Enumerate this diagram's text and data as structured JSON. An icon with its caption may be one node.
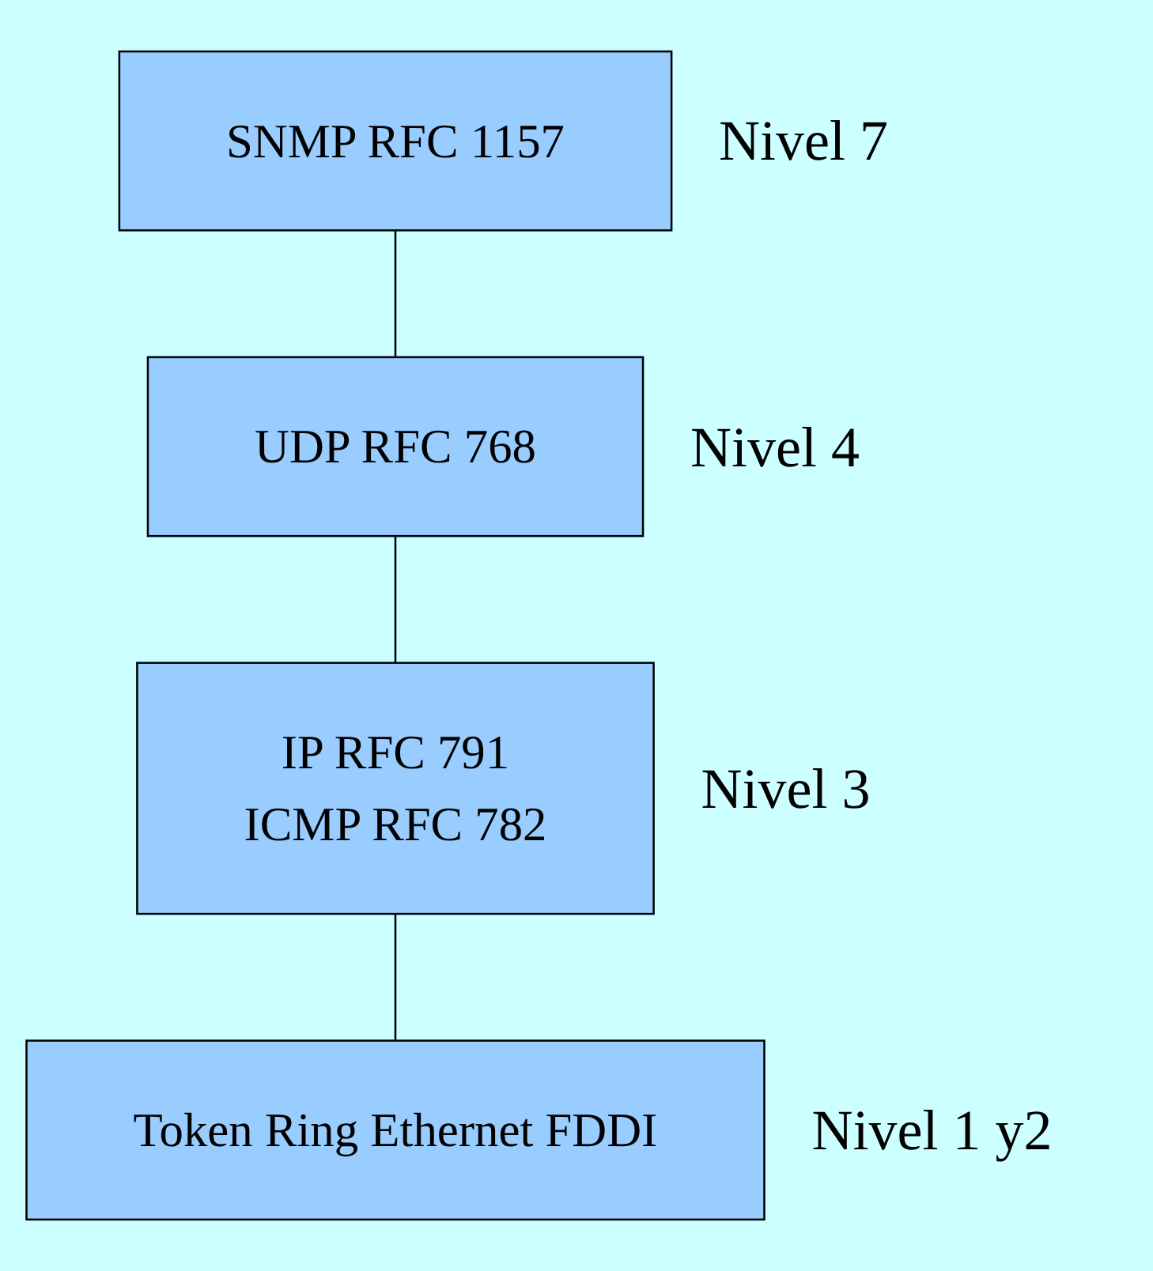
{
  "diagram": {
    "nodes": [
      {
        "text": [
          "SNMP RFC 1157"
        ],
        "beside": [
          "Nivel 7"
        ]
      },
      {
        "text": [
          "UDP RFC 768"
        ],
        "beside": [
          "Nivel 4"
        ]
      },
      {
        "text": [
          "IP RFC 791",
          "ICMP RFC 782"
        ],
        "beside": [
          "Nivel 3"
        ]
      },
      {
        "text": [
          "Token Ring Ethernet FDDI"
        ],
        "beside": [
          "Nivel 1 y2"
        ]
      }
    ],
    "edges": [
      {
        "from": 0,
        "to": 1,
        "arrow": "none"
      },
      {
        "from": 1,
        "to": 2,
        "arrow": "none"
      },
      {
        "from": 2,
        "to": 3,
        "arrow": "none"
      }
    ]
  }
}
